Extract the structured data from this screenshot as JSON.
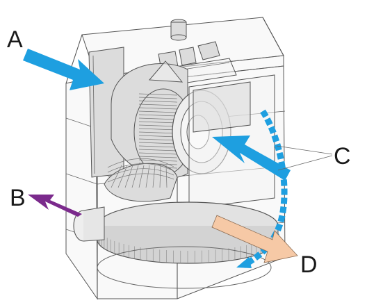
{
  "diagram": {
    "labels": {
      "a": "A",
      "b": "B",
      "c": "C",
      "d": "D"
    },
    "colors": {
      "intake_arrow": "#1e9fe0",
      "exhaust_arrow": "#7b2a8c",
      "circulation_arrow": "#1e9fe0",
      "output_arrow": "#f6c9a6",
      "housing_stroke": "#555555",
      "panel_fill": "#dcdcdc"
    }
  }
}
